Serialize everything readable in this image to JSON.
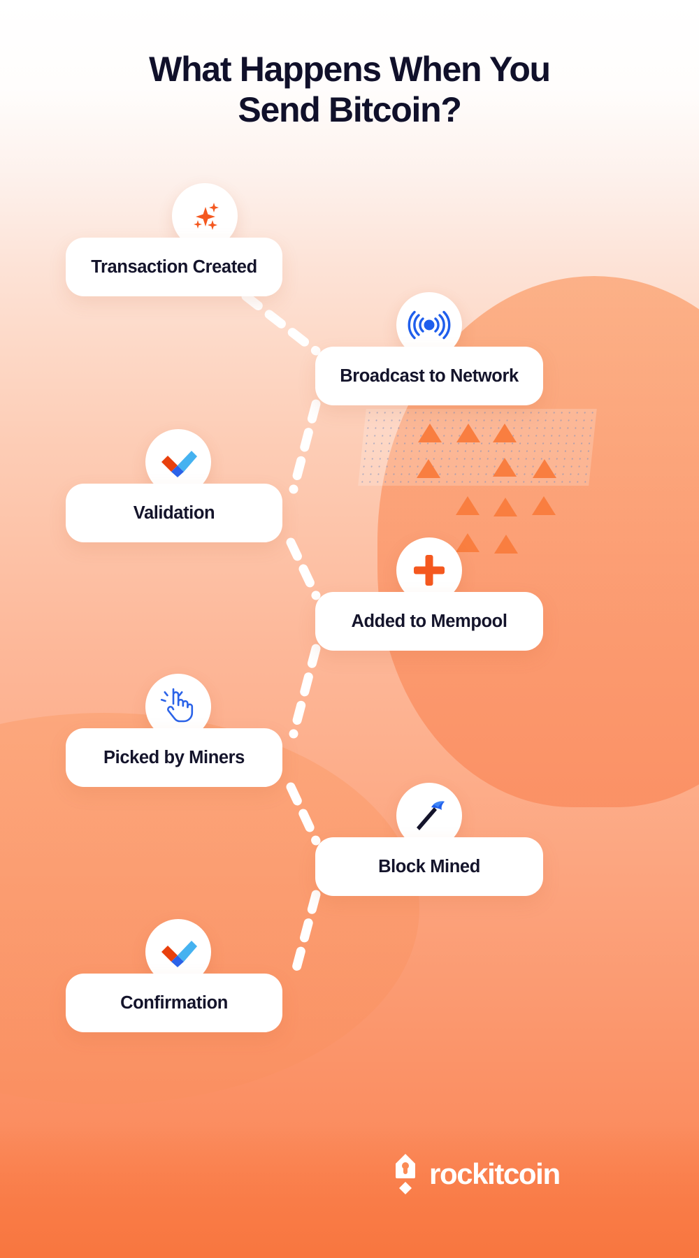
{
  "title": {
    "line1": "What Happens When You",
    "line2": "Send Bitcoin?"
  },
  "colors": {
    "title_text": "#10102b",
    "card_text": "#14142b",
    "card_bg": "#ffffff",
    "accent_orange": "#f4581f",
    "accent_blue": "#2563eb",
    "bg_top": "#ffffff",
    "bg_bottom": "#f97e4a",
    "triangle": "#f97e40",
    "connector": "#ffffff"
  },
  "steps": [
    {
      "index": 1,
      "label": "Transaction Created",
      "icon": "sparkles-icon",
      "side": "left"
    },
    {
      "index": 2,
      "label": "Broadcast to Network",
      "icon": "broadcast-signal-icon",
      "side": "right"
    },
    {
      "index": 3,
      "label": "Validation",
      "icon": "check-mark-icon",
      "side": "left"
    },
    {
      "index": 4,
      "label": "Added to Mempool",
      "icon": "plus-icon",
      "side": "right"
    },
    {
      "index": 5,
      "label": "Picked by Miners",
      "icon": "pointing-hand-click-icon",
      "side": "left"
    },
    {
      "index": 6,
      "label": "Block Mined",
      "icon": "pickaxe-icon",
      "side": "right"
    },
    {
      "index": 7,
      "label": "Confirmation",
      "icon": "check-mark-icon",
      "side": "left"
    }
  ],
  "brand": {
    "name": "rockitcoin",
    "mark": "rocket-logo-icon"
  }
}
